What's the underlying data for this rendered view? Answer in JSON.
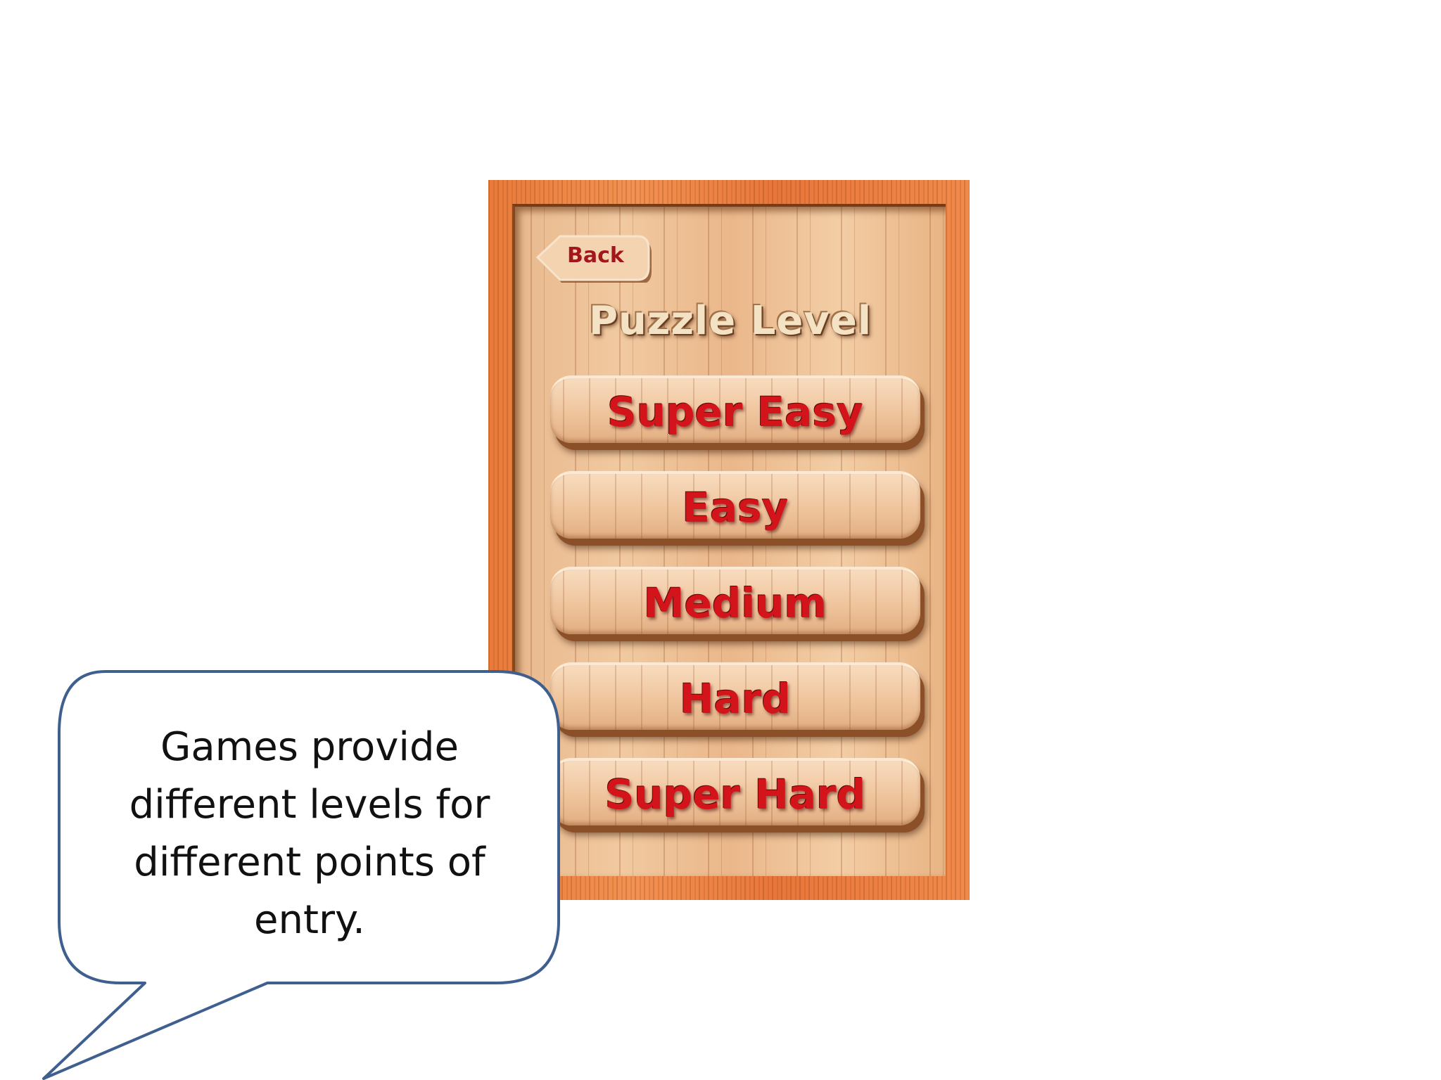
{
  "game": {
    "back_label": "Back",
    "title": "Puzzle Level",
    "levels": [
      {
        "label": "Super Easy"
      },
      {
        "label": "Easy"
      },
      {
        "label": "Medium"
      },
      {
        "label": "Hard"
      },
      {
        "label": "Super Hard"
      }
    ],
    "colors": {
      "frame": "#ef8a4a",
      "board": "#eebf93",
      "level_text": "#d4141b",
      "back_text": "#a4161a",
      "title_text": "#f4e2c4"
    }
  },
  "callout": {
    "lines": [
      "Games provide",
      "different levels for",
      "different points of",
      "entry."
    ],
    "border_color": "#3f5f8e",
    "fill_color": "#ffffff"
  }
}
